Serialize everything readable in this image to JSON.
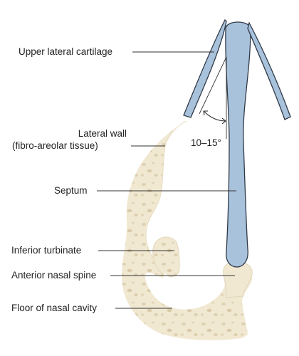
{
  "labels": {
    "upper_lateral_cartilage": "Upper lateral cartilage",
    "lateral_wall_line1": "Lateral wall",
    "lateral_wall_line2": "(fibro-areolar tissue)",
    "septum": "Septum",
    "inferior_turbinate": "Inferior turbinate",
    "anterior_nasal_spine": "Anterior nasal spine",
    "floor_of_nasal_cavity": "Floor of nasal cavity",
    "angle": "10–15°"
  },
  "colors": {
    "cartilage_fill": "#a9c2dc",
    "cartilage_stroke": "#2f3a48",
    "bone_fill": "#f1e8d2",
    "bone_speckle": "#ddd0b0",
    "leader_line": "#333333"
  }
}
